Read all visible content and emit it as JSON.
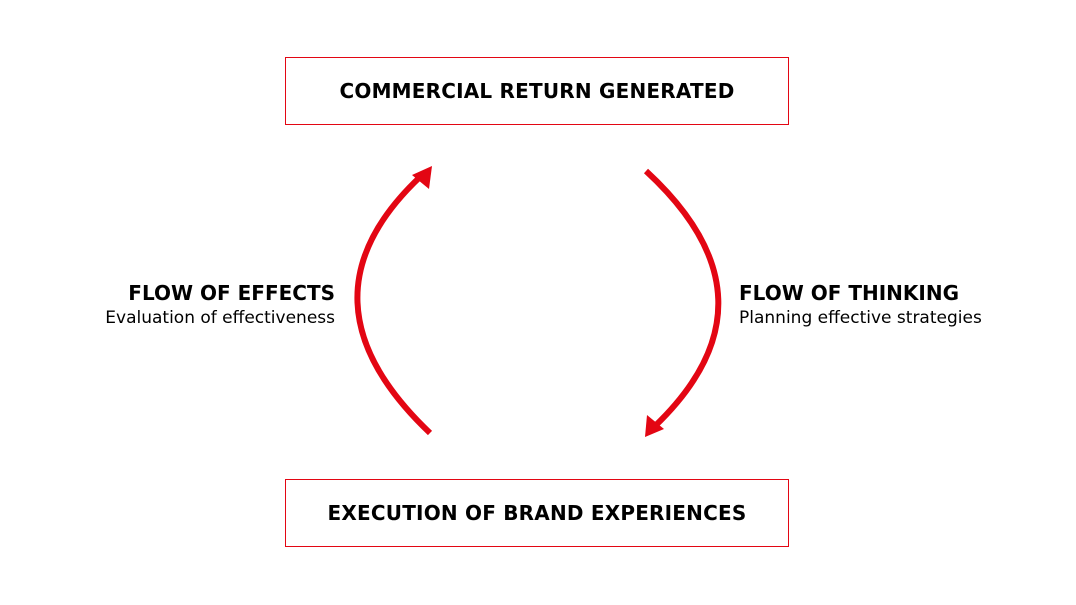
{
  "top_box": {
    "label": "COMMERCIAL RETURN GENERATED"
  },
  "bottom_box": {
    "label": "EXECUTION OF BRAND EXPERIENCES"
  },
  "left_flow": {
    "title": "FLOW OF EFFECTS",
    "subtitle": "Evaluation of effectiveness"
  },
  "right_flow": {
    "title": "FLOW OF THINKING",
    "subtitle": "Planning effective strategies"
  },
  "colors": {
    "accent": "#e30613",
    "text": "#000000",
    "background": "#ffffff"
  }
}
